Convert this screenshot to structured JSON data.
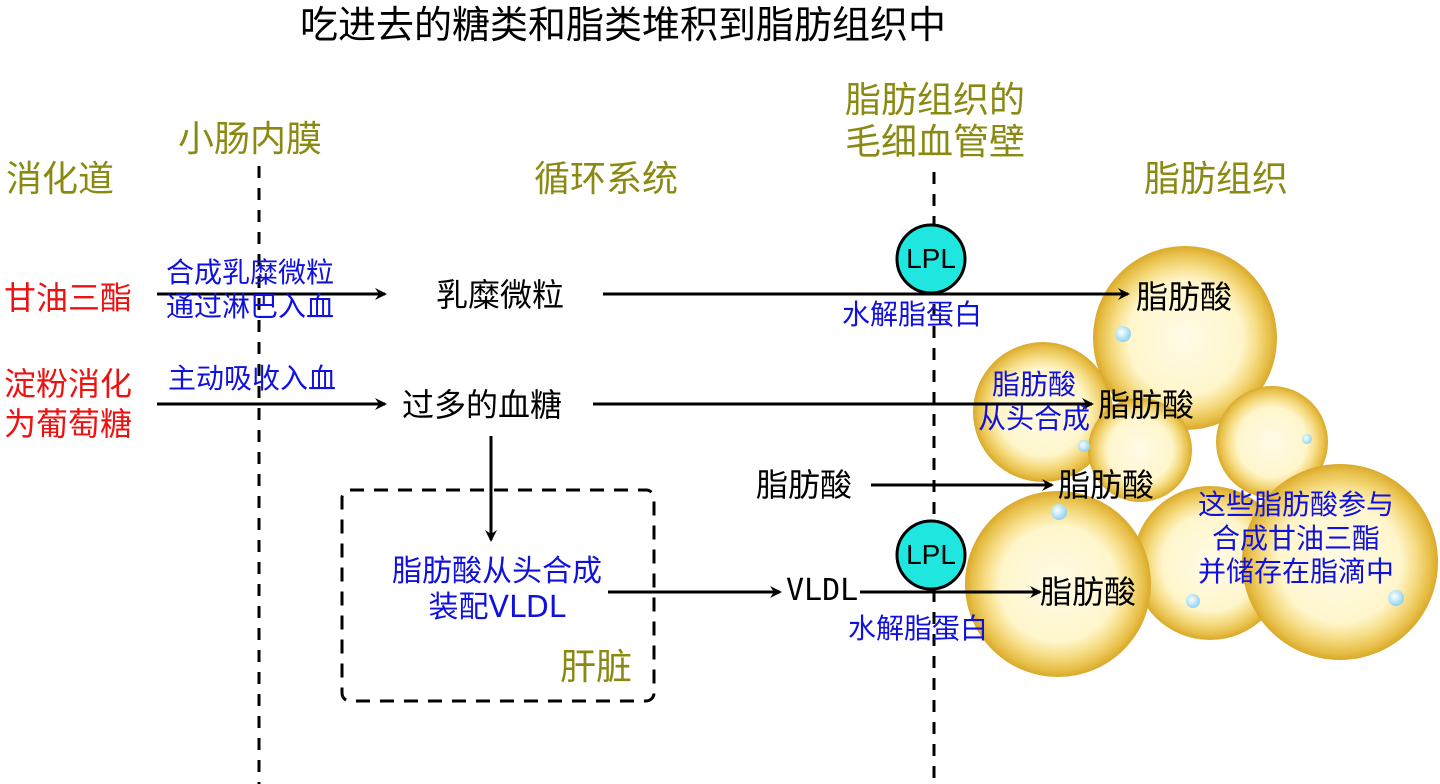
{
  "title": "吃进去的糖类和脂类堆积到脂肪组织中",
  "colors": {
    "region": "#8a8a12",
    "source": "#ee1111",
    "process": "#1111dd",
    "lpl": "#1fe7df",
    "fat_outer": "#e3b83a",
    "fat_inner": "#fff8d8"
  },
  "regions": {
    "digestive_tract": "消化道",
    "intestinal_mucosa": "小肠内膜",
    "circulation": "循环系统",
    "capillary_wall_line1": "脂肪组织的",
    "capillary_wall_line2": "毛细血管壁",
    "adipose_tissue": "脂肪组织",
    "liver": "肝脏"
  },
  "sources": {
    "triglyceride": "甘油三酯",
    "starch_line1": "淀粉消化",
    "starch_line2": "为葡萄糖"
  },
  "processes": {
    "chylomicron_line1": "合成乳糜微粒",
    "chylomicron_line2": "通过淋巴入血",
    "active_absorption": "主动吸收入血",
    "hydrolysis_top": "水解脂蛋白",
    "hydrolysis_bottom": "水解脂蛋白",
    "denovo_adipose_line1": "脂肪酸",
    "denovo_adipose_line2": "从头合成",
    "liver_synthesis_line1": "脂肪酸从头合成",
    "liver_synthesis_line2": "装配VLDL",
    "storage_line1": "这些脂肪酸参与",
    "storage_line2": "合成甘油三酯",
    "storage_line3": "并储存在脂滴中"
  },
  "nodes": {
    "chylomicron": "乳糜微粒",
    "excess_glucose": "过多的血糖",
    "fatty_acid_free": "脂肪酸",
    "vldl": "VLDL"
  },
  "targets": {
    "fa_1": "脂肪酸",
    "fa_2": "脂肪酸",
    "fa_3": "脂肪酸",
    "fa_4": "脂肪酸"
  },
  "lpl": {
    "top": "LPL",
    "bottom": "LPL"
  }
}
